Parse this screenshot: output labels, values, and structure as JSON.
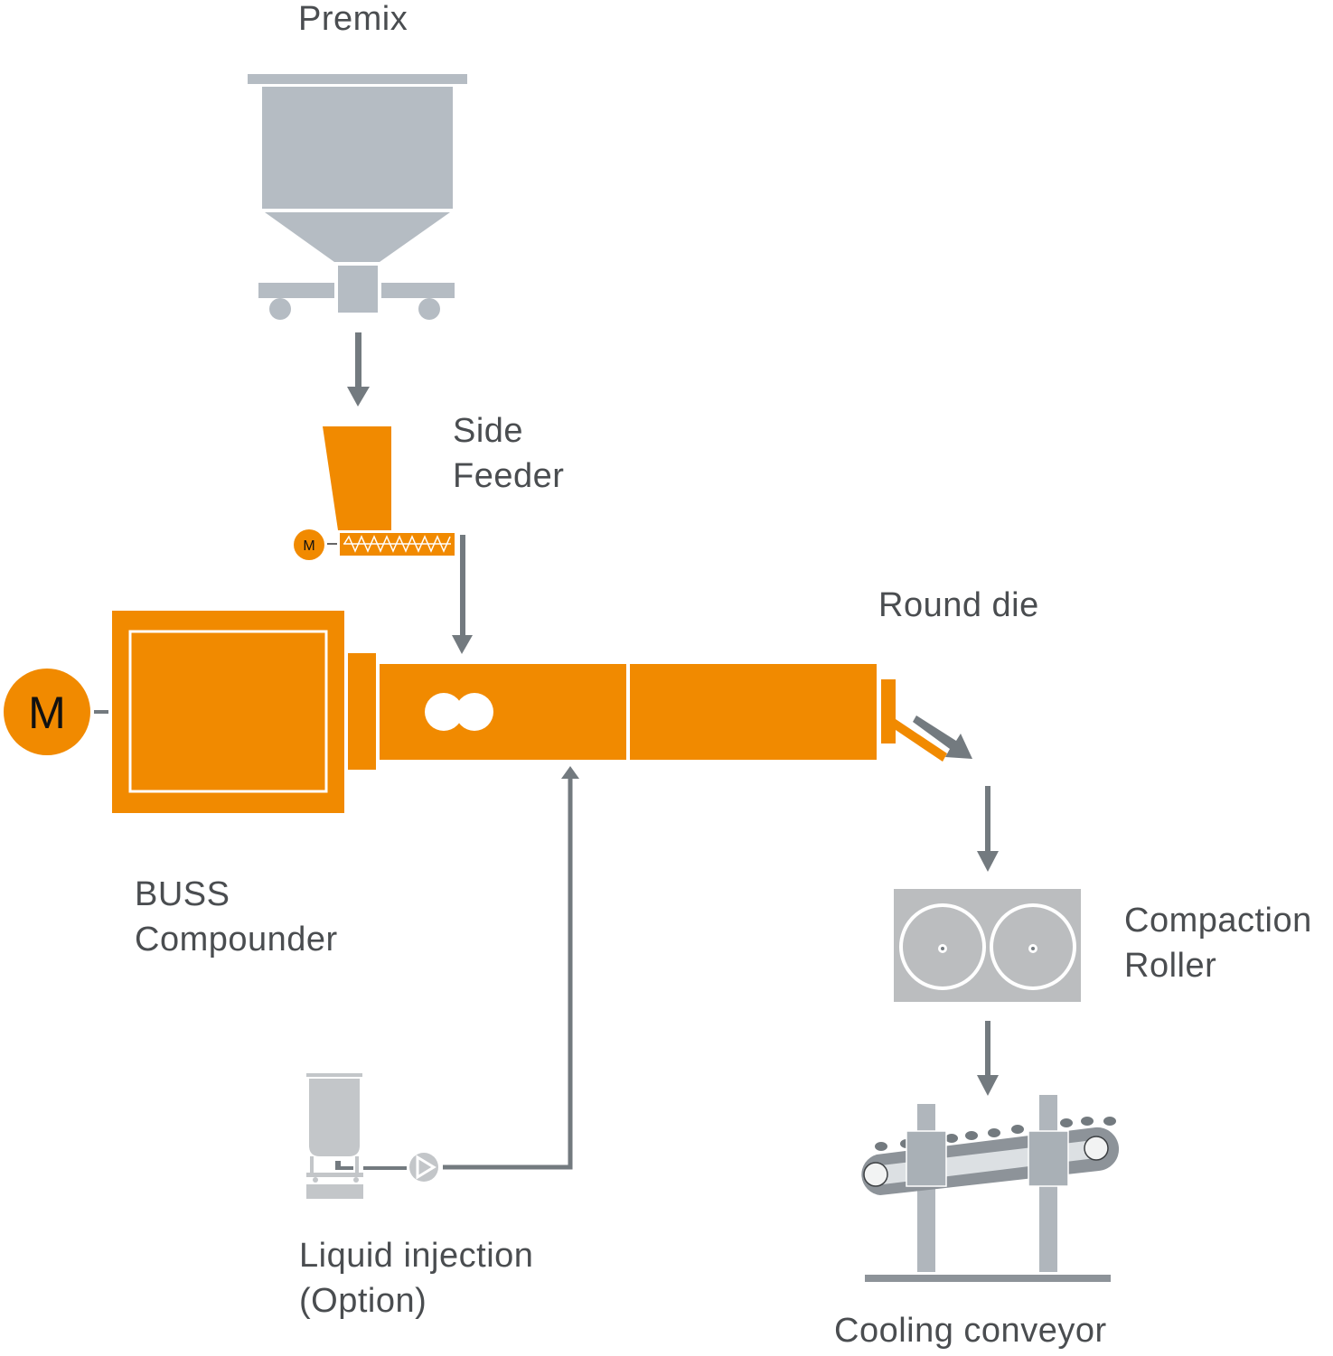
{
  "colors": {
    "orange": "#f18a00",
    "equipment_gray": "#b5bcc3",
    "roller_gray": "#bbbdbf",
    "arrow_gray": "#737a7f",
    "text": "#4a4d50"
  },
  "labels": {
    "premix": "Premix",
    "side_feeder_line1": "Side",
    "side_feeder_line2": "Feeder",
    "round_die": "Round die",
    "buss_compounder_line1": "BUSS",
    "buss_compounder_line2": "Compounder",
    "compaction_roller_line1": "Compaction",
    "compaction_roller_line2": "Roller",
    "liquid_injection_line1": "Liquid injection",
    "liquid_injection_line2": "(Option)",
    "cooling_conveyor": "Cooling conveyor"
  },
  "motors": {
    "main_motor": "M",
    "feeder_motor": "M"
  }
}
